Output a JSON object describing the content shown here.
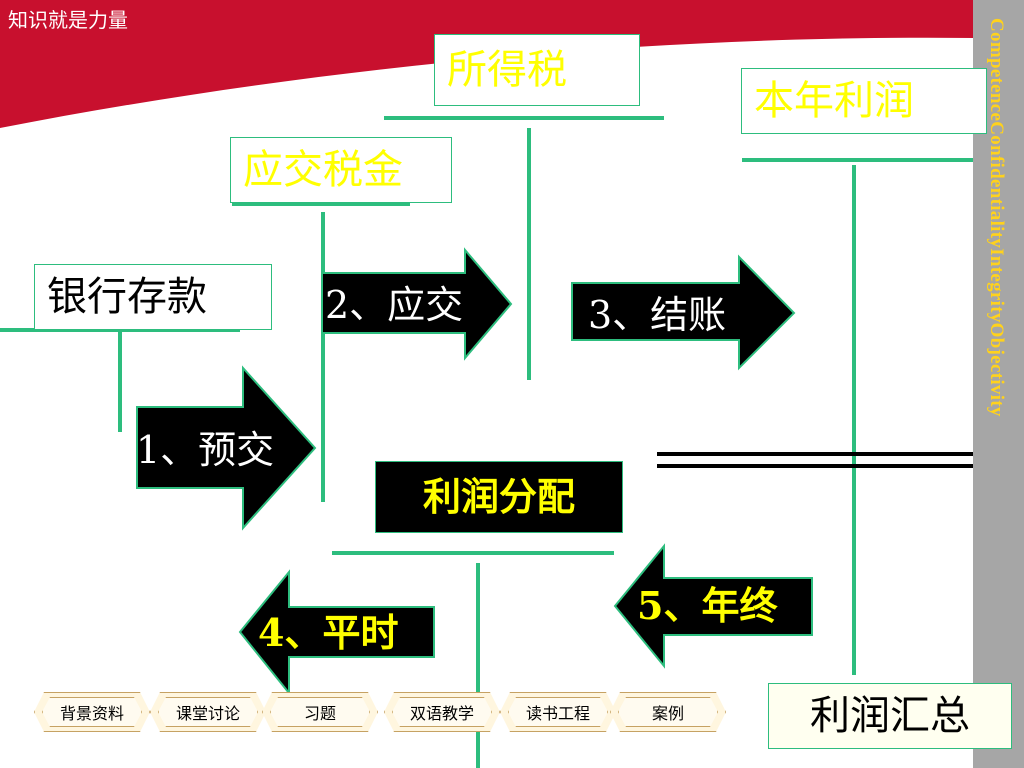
{
  "header": {
    "title": "知识就是力量"
  },
  "sidebar": {
    "text": "CompetenceConfidentialityIntegrityObjectivity"
  },
  "colors": {
    "header_red": "#c8102e",
    "sidebar_gray": "#a6a6a6",
    "line_green": "#2dbd7e",
    "label_yellow": "#ffff00"
  },
  "accounts": {
    "income_tax": "所得税",
    "current_profit": "本年利润",
    "tax_payable": "应交税金",
    "bank_deposit": "银行存款",
    "profit_distribution": "利润分配",
    "profit_summary": "利润汇总"
  },
  "steps": {
    "step1": "1、预交",
    "step2": "2、应交",
    "step3": "3、结账",
    "step4": "4、平时",
    "step5": "5、年终"
  },
  "nav": {
    "background": "背景资料",
    "discussion": "课堂讨论",
    "exercises": "习题",
    "bilingual": "双语教学",
    "reading": "读书工程",
    "cases": "案例"
  }
}
